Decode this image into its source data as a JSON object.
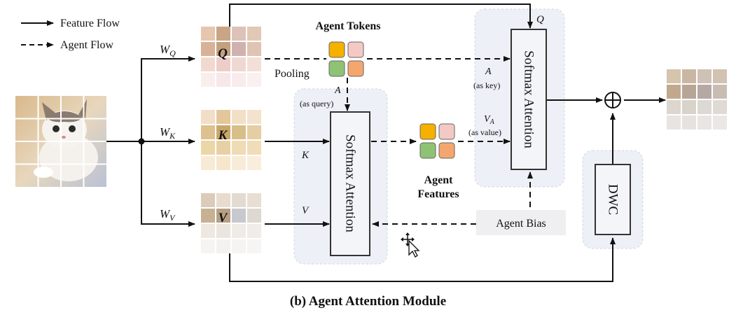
{
  "legend": {
    "feature_flow": "Feature Flow",
    "agent_flow": "Agent Flow"
  },
  "weights": {
    "wq": "W",
    "wq_sub": "Q",
    "wk": "W",
    "wk_sub": "K",
    "wv": "W",
    "wv_sub": "V"
  },
  "matrices": {
    "q": "Q",
    "k": "K",
    "v": "V"
  },
  "agent_tokens": {
    "title": "Agent Tokens",
    "pooling": "Pooling"
  },
  "agent_features": {
    "title_line1": "Agent",
    "title_line2": "Features"
  },
  "labels": {
    "a_query": "A",
    "a_query_note": "(as query)",
    "k_input": "K",
    "v_input": "V",
    "a_key": "A",
    "a_key_note": "(as key)",
    "va": "V",
    "va_sub": "A",
    "va_note": "(as value)",
    "q_top": "Q"
  },
  "blocks": {
    "softmax1": "Softmax Attention",
    "softmax2": "Softmax Attention",
    "dwc": "DWC",
    "agent_bias": "Agent Bias",
    "sum": "⊕"
  },
  "caption": "(b) Agent Attention Module",
  "colors": {
    "q_matrix": [
      "#e6c6ae",
      "#c9a584",
      "#ddc2b7",
      "#e1c9b6",
      "#d8b298",
      "#c4a07e",
      "#cfb2b0",
      "#e0c3b3",
      "#f2d9d0",
      "#eecdc8",
      "#f0d8d2",
      "#f3dfd7",
      "#faeeed",
      "#f8e7e8",
      "#f9ecec",
      "#faf0ef"
    ],
    "k_matrix": [
      "#f2dec7",
      "#e3c79a",
      "#f1e0c6",
      "#f3e3cc",
      "#dfc08f",
      "#c9a66a",
      "#d8bf89",
      "#e7cda4",
      "#ebd6a7",
      "#e9d0a4",
      "#efdbb5",
      "#f1dcb8",
      "#f8ebd5",
      "#f7e6cc",
      "#f8ecd8",
      "#f9eedd"
    ],
    "v_matrix": [
      "#dbcbb9",
      "#e8dccf",
      "#e3dbd2",
      "#e8ded3",
      "#c6b193",
      "#b89f84",
      "#c8c8cf",
      "#ddd8d0",
      "#eee8e1",
      "#eae5de",
      "#efebe6",
      "#f0ece7",
      "#f6f4f2",
      "#f4f2ef",
      "#f6f4f2",
      "#f7f5f3"
    ],
    "output_matrix": [
      "#d6c4ad",
      "#cab7a3",
      "#cec1b5",
      "#d1c2b1",
      "#c1a98e",
      "#b7a596",
      "#b5a9a4",
      "#c9bdb3",
      "#dcd6cf",
      "#d9d3cc",
      "#dcd8d3",
      "#e0dad4",
      "#e7e4e1",
      "#e6e2df",
      "#e8e5e2",
      "#eae7e4"
    ],
    "agent_tokens": [
      "#f5b000",
      "#f4c9c4",
      "#8fc374",
      "#f5a66f"
    ],
    "panel": "#eef0f7"
  },
  "image_desc": "kitten-photo"
}
